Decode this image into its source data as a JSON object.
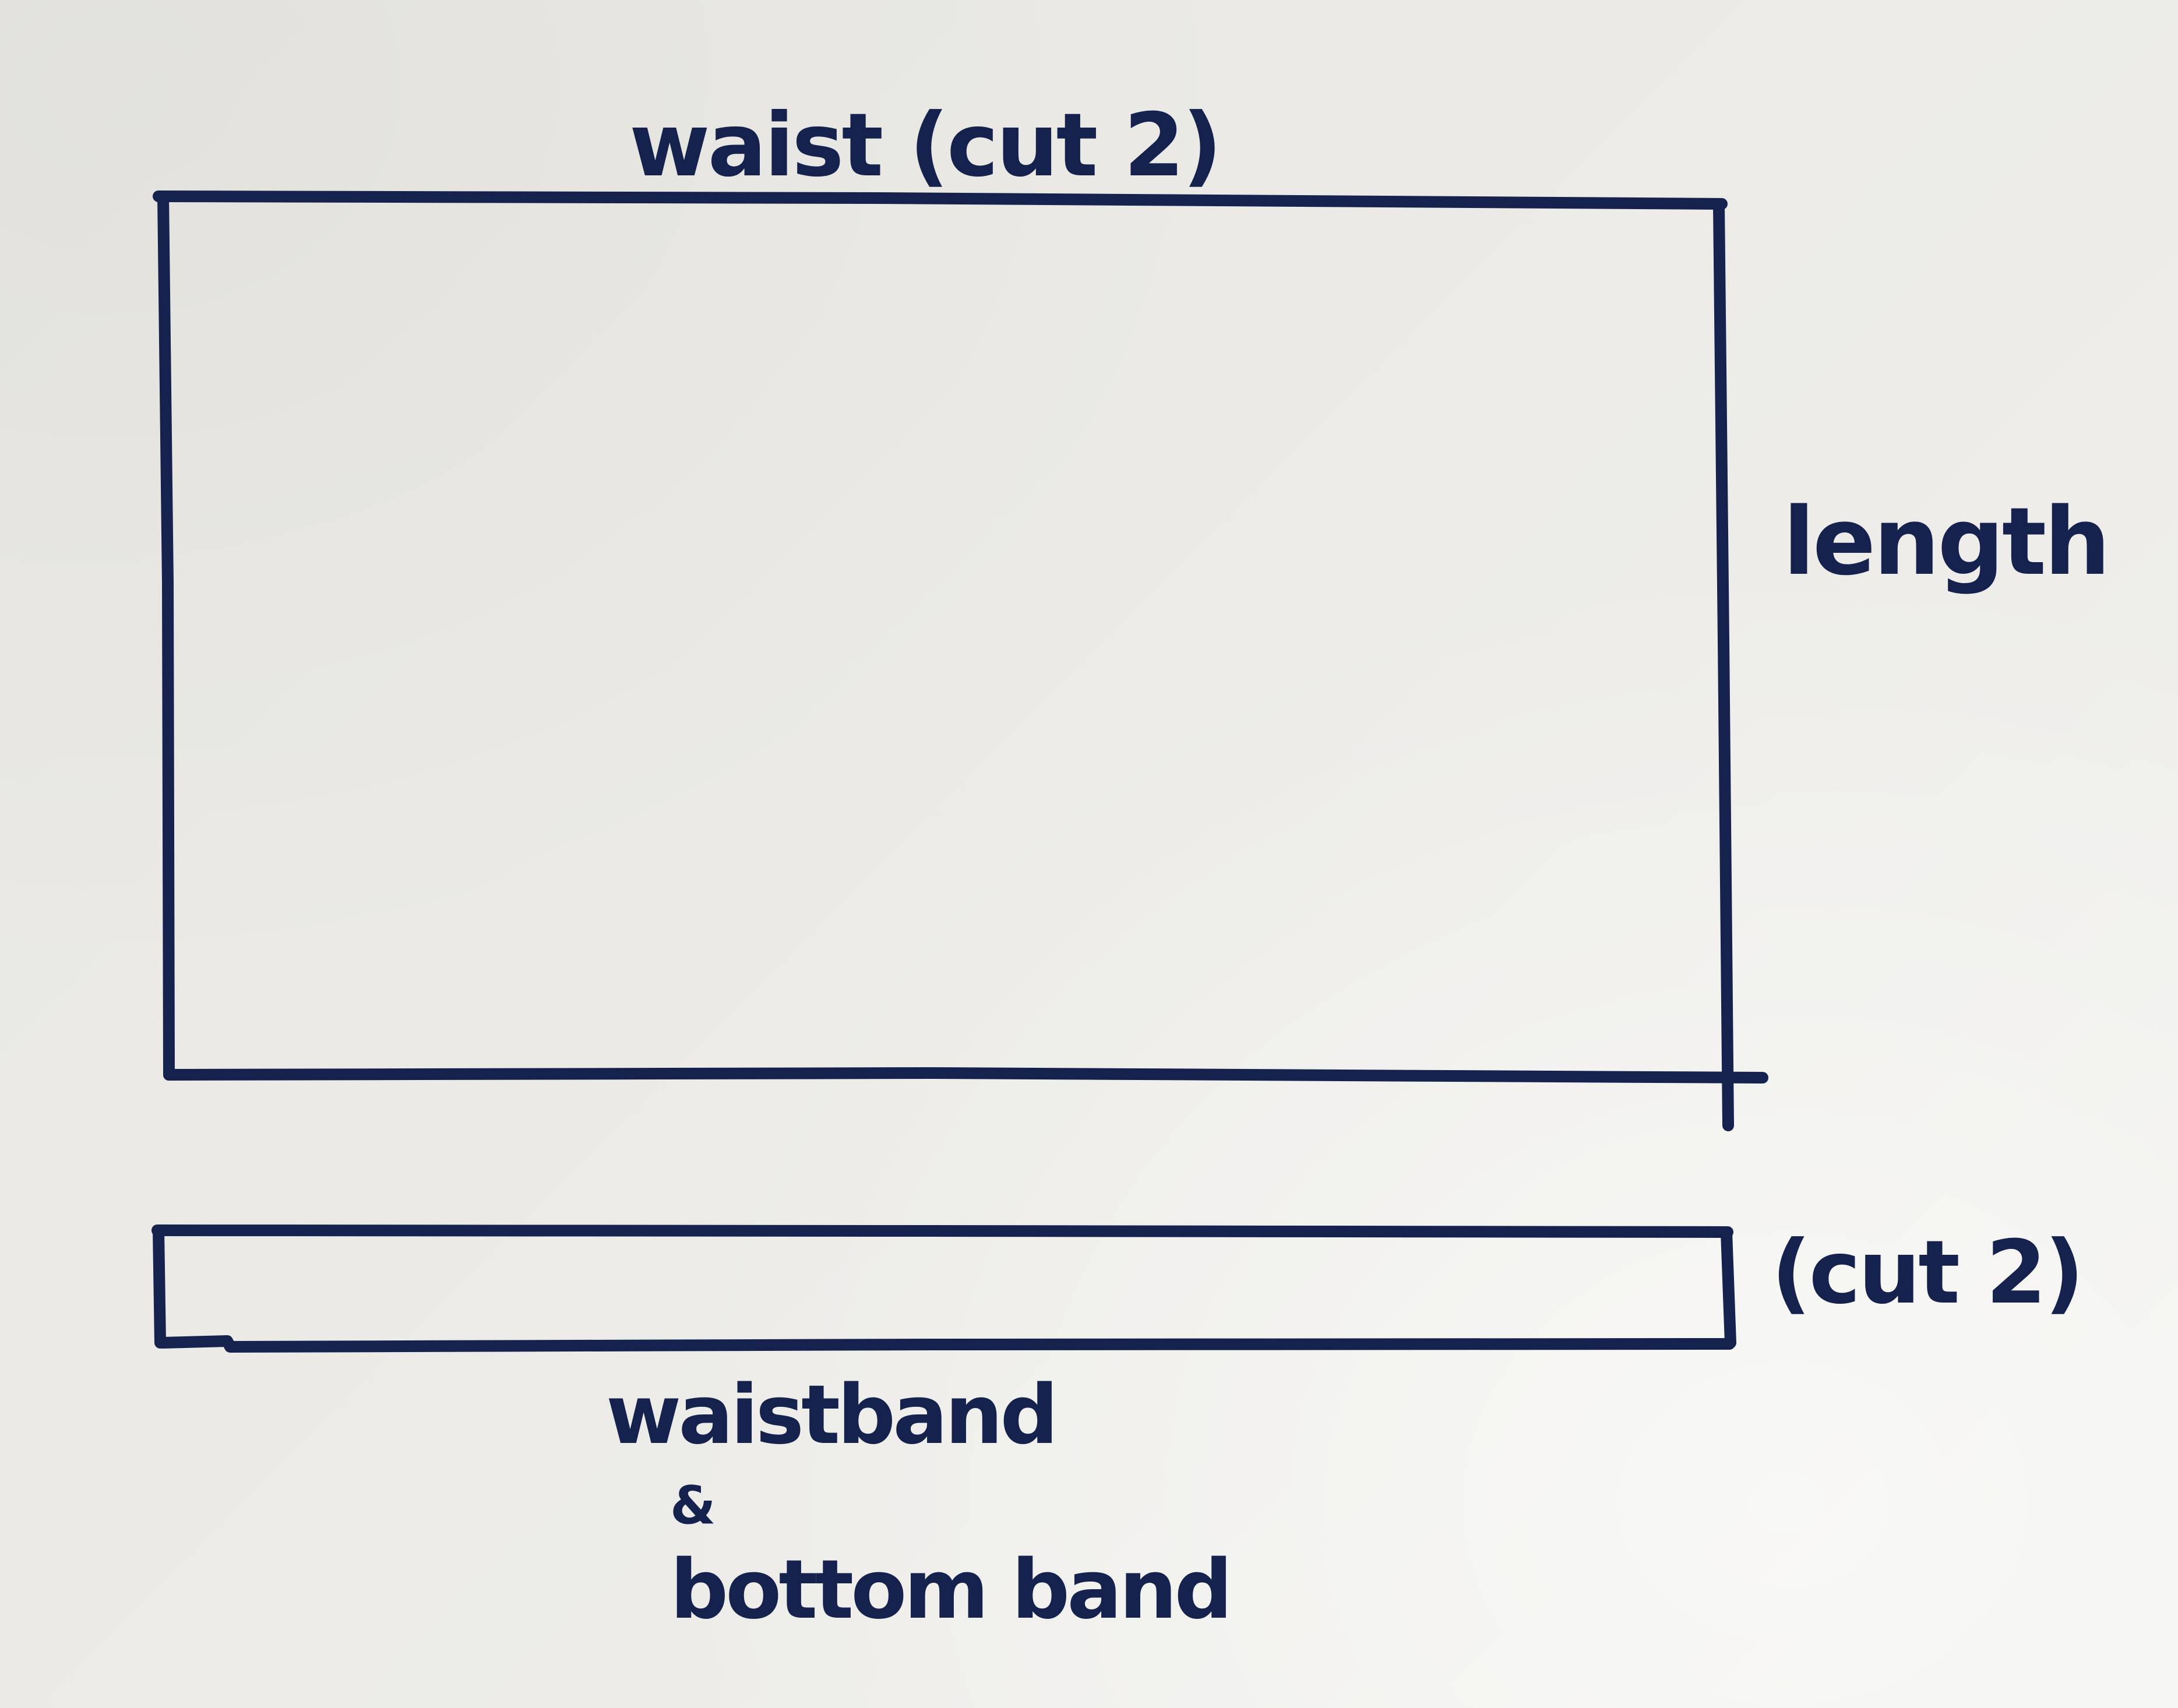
{
  "labels": {
    "waist": "waist (cut 2)",
    "length": "length",
    "band_cut": "(cut 2)",
    "band_line_1": "waistband",
    "band_line_2": "&",
    "band_line_3": "bottom band"
  },
  "colors": {
    "ink": "#14224d",
    "paper": "#ecebe7"
  }
}
